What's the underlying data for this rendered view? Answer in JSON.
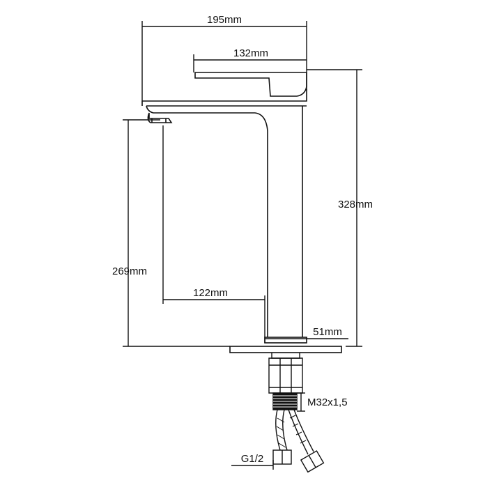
{
  "colors": {
    "line": "#111111",
    "background": "#ffffff"
  },
  "dimensions": {
    "overall_width": "195mm",
    "handle_length": "132mm",
    "total_height": "328mm",
    "spout_height": "269mm",
    "spout_reach": "122mm",
    "body_width": "51mm",
    "thread_size": "M32x1,5",
    "hose_thread": "G1/2"
  }
}
